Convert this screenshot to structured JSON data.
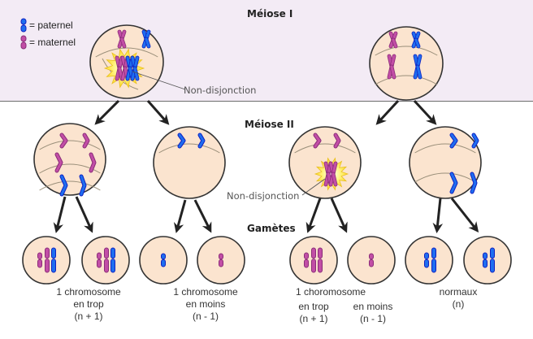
{
  "stages": {
    "meiosis1": "Méiose I",
    "meiosis2": "Méiose II",
    "gametes": "Gamètes"
  },
  "legend": [
    {
      "label": "= paternel",
      "color": "#1e6ef0"
    },
    {
      "label": "= maternel",
      "color": "#c24ea6"
    }
  ],
  "annotations": {
    "nondisjunction_left": "Non-disjonction",
    "nondisjunction_right": "Non-disjonction"
  },
  "captions": {
    "left_a": {
      "line1": "1 chromosome",
      "line2": "en trop",
      "line3": "(n + 1)"
    },
    "left_b": {
      "line1": "1 chromosome",
      "line2": "en moins",
      "line3": "(n - 1)"
    },
    "right_a_title": "1 choromosome",
    "right_a1": {
      "line2": "en trop",
      "line3": "(n + 1)"
    },
    "right_a2": {
      "line2": "en moins",
      "line3": "(n - 1)"
    },
    "right_b": {
      "line1": "normaux",
      "line2": "(n)"
    }
  },
  "colors": {
    "paternal": "#1e6ef0",
    "paternal_dark": "#1020c0",
    "maternal": "#c24ea6",
    "maternal_dark": "#8a2c78",
    "cell_fill": "#fbe4cf",
    "cell_stroke": "#333333",
    "band": "#f3ebf5",
    "starburst": "#ffe94a"
  }
}
